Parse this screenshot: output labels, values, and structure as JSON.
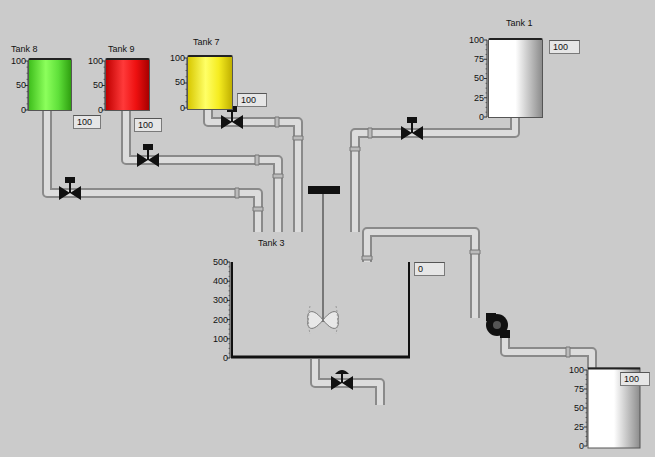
{
  "diagram": {
    "nodes": [
      {
        "text": [
          "Tank 8"
        ]
      },
      {
        "text": [
          "Tank 9"
        ]
      },
      {
        "text": [
          "Tank 7"
        ]
      },
      {
        "text": [
          "Tank 1"
        ]
      },
      {
        "text": [
          "Tank 3"
        ]
      }
    ],
    "edges": [
      {
        "from": 0,
        "to": 4,
        "arrow": "none"
      },
      {
        "from": 1,
        "to": 4,
        "arrow": "none"
      },
      {
        "from": 2,
        "to": 4,
        "arrow": "none"
      },
      {
        "from": 3,
        "to": 4,
        "arrow": "none"
      }
    ],
    "labels": [
      "100",
      "50",
      "0",
      "100",
      "100",
      "50",
      "0",
      "100",
      "100",
      "50",
      "0",
      "100",
      "100",
      "75",
      "50",
      "25",
      "0",
      "100",
      "500",
      "400",
      "300",
      "200",
      "100",
      "0",
      "0",
      "100",
      "75",
      "50",
      "25",
      "0",
      "100"
    ]
  }
}
